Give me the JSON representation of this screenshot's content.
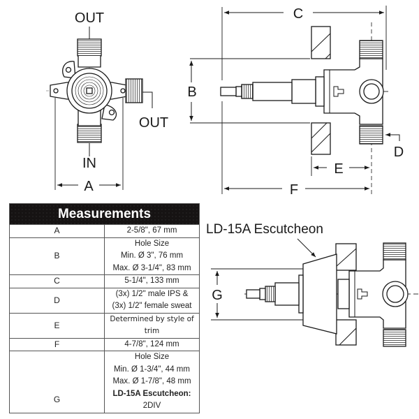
{
  "drawings": {
    "front_view": {
      "labels": {
        "out_top": "OUT",
        "out_right": "OUT",
        "in": "IN",
        "dim_a": "A"
      }
    },
    "side_view": {
      "labels": {
        "dim_b": "B",
        "dim_c": "C",
        "dim_d": "D",
        "dim_e": "E",
        "dim_f": "F"
      }
    },
    "escutcheon_view": {
      "title": "LD-15A Escutcheon",
      "labels": {
        "dim_g": "G"
      }
    }
  },
  "measurements": {
    "title": "Measurements",
    "rows": [
      {
        "key": "A",
        "lines": [
          "2-5/8\", 67 mm"
        ]
      },
      {
        "key": "B",
        "lines": [
          "Hole Size",
          "Min. Ø 3\", 76 mm",
          "Max. Ø 3-1/4\", 83 mm"
        ]
      },
      {
        "key": "C",
        "lines": [
          "5-1/4\", 133 mm"
        ]
      },
      {
        "key": "D",
        "lines": [
          "(3x) 1/2\" male IPS &",
          "(3x) 1/2\" female sweat"
        ]
      },
      {
        "key": "E",
        "lines": [
          "Determined by style of trim"
        ]
      },
      {
        "key": "F",
        "lines": [
          "4-7/8\", 124 mm"
        ]
      },
      {
        "key": "G",
        "lines": [
          "Hole Size",
          "Min. Ø 1-3/4\", 44 mm",
          "Max. Ø 1-7/8\", 48 mm"
        ],
        "bold_lines": [
          "LD-15A Escutcheon:"
        ],
        "tail_lines": [
          "2DIV"
        ]
      }
    ]
  }
}
